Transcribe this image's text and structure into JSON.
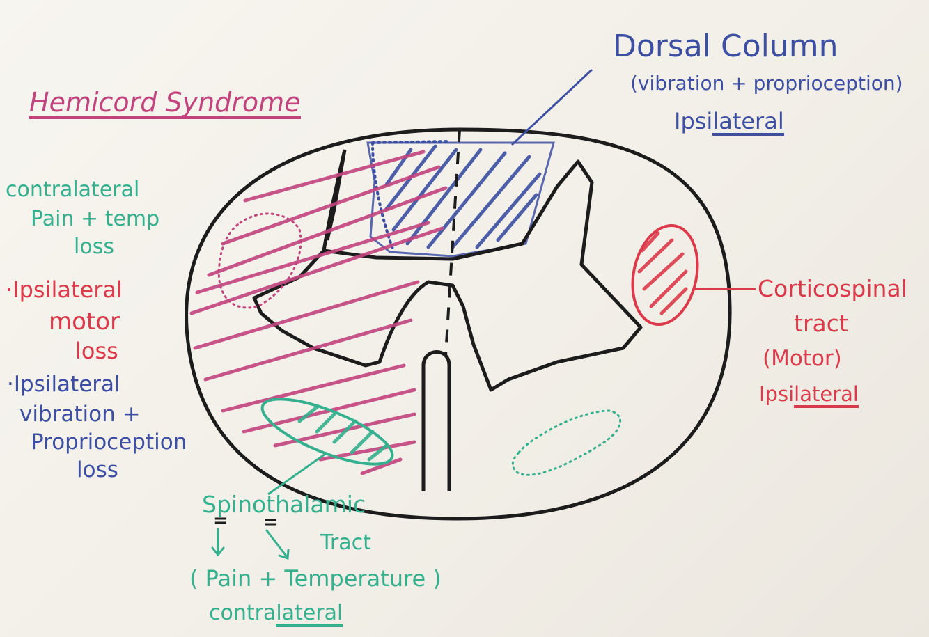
{
  "colors": {
    "outline": "#1c1c1c",
    "pink": "#c2447e",
    "teal": "#35b08f",
    "red": "#dc3a4a",
    "blue": "#3c4fa3"
  },
  "title": "Hemicord Syndrome",
  "left_notes": {
    "pain_temp": [
      "contralateral",
      "Pain + temp",
      "loss"
    ],
    "motor": [
      "·Ipsilateral",
      "motor",
      "loss"
    ],
    "vibration": [
      "·Ipsilateral",
      "vibration +",
      "Proprioception",
      "loss"
    ]
  },
  "dorsal": {
    "title": "Dorsal Column",
    "detail": "(vibration + proprioception)",
    "side_a": "Ipsi",
    "side_b": "lateral"
  },
  "cortico": {
    "name": "Corticospinal",
    "tract": "tract",
    "function": "(Motor)",
    "side_a": "Ipsi",
    "side_b": "lateral"
  },
  "spino": {
    "name": "Spinothalamic",
    "tract": "Tract",
    "eq_a": "=",
    "eq_b": "=",
    "function": "( Pain + Temperature )",
    "side_a": "contra",
    "side_b": "lateral"
  }
}
